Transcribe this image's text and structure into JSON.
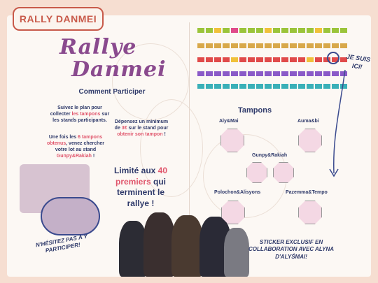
{
  "header": {
    "tab_label": "RALLY DANMEI"
  },
  "left": {
    "title_line1": "Rallye",
    "title_line2": "Danmei",
    "heading": "Comment Participer",
    "p1_a": "Suivez le plan pour collecter ",
    "p1_hl": "les tampons",
    "p1_b": " sur les stands participants.",
    "p2_a": "Dépensez un minimum de ",
    "p2_hl1": "3€",
    "p2_b": " sur le stand pour ",
    "p2_hl2": "obtenir son tampon",
    "p2_c": " !",
    "p3_a": "Une fois les ",
    "p3_hl1": "6 tampons obtenus",
    "p3_b": ", venez chercher votre lot au stand ",
    "p3_hl2": "Gunpy&Rakiah",
    "p3_c": " !",
    "limit_a": "Limité aux ",
    "limit_hl": "40 premiers",
    "limit_b": " qui terminent le rallye !",
    "hint": "N'HÉSITEZ PAS À Y PARTICIPER!"
  },
  "right": {
    "here": "JE SUIS ICI!",
    "stamps_title": "Tampons",
    "stamps": [
      {
        "name": "Aly&Mai"
      },
      {
        "name": "Auma&bi"
      },
      {
        "name": "Gunpy&Rakiah"
      },
      {
        "name": "Polochon&Alisyons"
      },
      {
        "name": "Pazemma&Tempo"
      }
    ],
    "sticker": "STICKER EXCLUSIF EN COLLABORATION AVEC ALYNA D'ALYŚMAI!"
  }
}
